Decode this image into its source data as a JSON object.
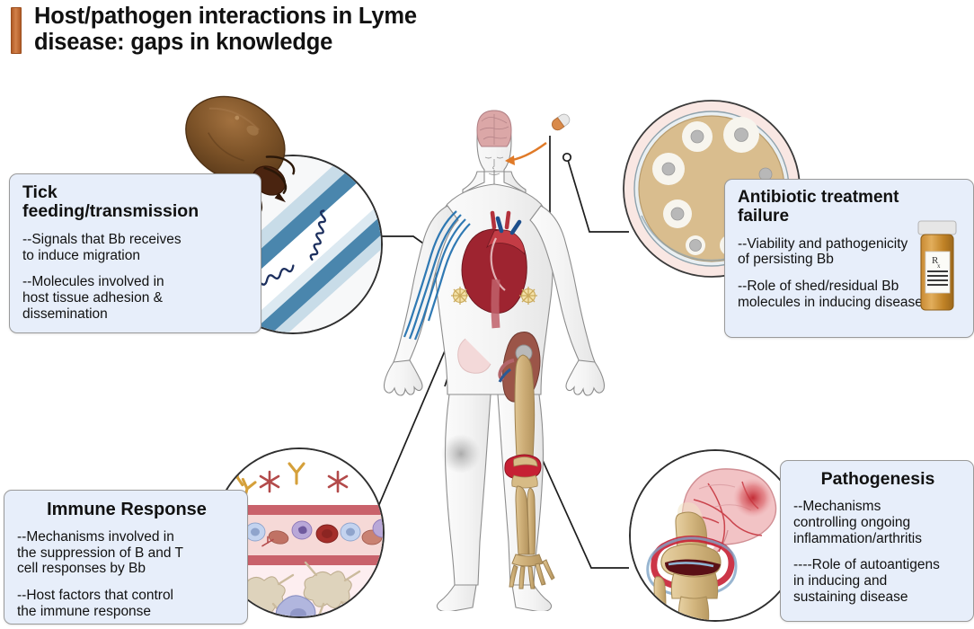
{
  "title": "Host/pathogen interactions in Lyme\ndisease: gaps in knowledge",
  "accent_color": "#b15a25",
  "boxes": {
    "tick": {
      "title": "Tick\nfeeding/transmission",
      "point1": "--Signals that Bb receives\nto induce migration",
      "point2": "--Molecules involved in\nhost tissue adhesion &\ndissemination"
    },
    "antibiotic": {
      "title": "Antibiotic treatment\nfailure",
      "point1": "--Viability and pathogenicity\nof persisting Bb",
      "point2": "--Role of shed/residual Bb\nmolecules in inducing disease"
    },
    "immune": {
      "title": "Immune Response",
      "point1": "--Mechanisms involved in\nthe suppression of B and T\ncell responses by Bb",
      "point2": "--Host factors that control\nthe immune response"
    },
    "pathogenesis": {
      "title": "Pathogenesis",
      "point1": "--Mechanisms\ncontrolling ongoing\ninflammation/arthritis",
      "point2": "----Role of autoantigens\nin inducing and\nsustaining disease"
    }
  },
  "illustrations": {
    "tick_circle": "tick feeding on skin blood vessel with Borrelia spirochetes",
    "antibiotic_circle": "agar plate antibiotic disc diffusion susceptibility test",
    "immune_circle": "blood vessel cross-section with antibodies and immune cells",
    "pathogenesis_circle": "inflamed brain and arthritic knee joint"
  },
  "body_figure": {
    "label": "human anatomical figure",
    "organs": [
      "brain",
      "heart",
      "kidney",
      "lymph nodes",
      "lymphatic vessels",
      "knee joint",
      "erythema migrans rash"
    ],
    "capsule": "antibiotic capsule"
  },
  "colors": {
    "box_fill": "#e7eefa",
    "box_border": "#9a9a9a",
    "accent_orange": "#b15a25",
    "agar_tan": "#d9bd8e",
    "spirochete_navy": "#1c2f5e",
    "vessel_blue": "#4a86ad",
    "bone_tan": "#cdae77",
    "inflammation_red": "#c62034"
  }
}
